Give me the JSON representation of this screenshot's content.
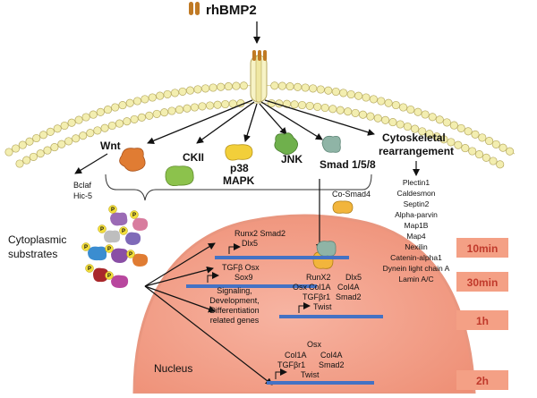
{
  "ligand": "rhBMP2",
  "pathways": {
    "wnt": "Wnt",
    "ckii": "CKII",
    "p38_line1": "p38",
    "p38_line2": "MAPK",
    "jnk": "JNK",
    "smad158": "Smad 1/5/8",
    "cyto_line1": "Cytoskeletal",
    "cyto_line2": "rearrangement"
  },
  "wnt_targets": [
    "Bclaf",
    "Hic-5"
  ],
  "co_smad": "Co-Smad4",
  "cytoskeletal_proteins": [
    "Plectin1",
    "Caldesmon",
    "Septin2",
    "Alpha-parvin",
    "Map1B",
    "Map4",
    "Nexilin",
    "Catenin-alpha1",
    "Dynein light chain A",
    "Lamin A/C"
  ],
  "cytoplasmic_label_line1": "Cytoplasmic",
  "cytoplasmic_label_line2": "substrates",
  "phospho_symbol": "P",
  "nucleus_label": "Nucleus",
  "genes": {
    "g10_line1": "Runx2 Smad2",
    "g10_line2": "Dlx5",
    "g30_line1": "TGFβ Osx",
    "g30_line2": "Sox9",
    "sig_line1": "Signaling,",
    "sig_line2": "Development,",
    "sig_line3": "Differentiation",
    "sig_line4": "related genes",
    "g1h_a1": "RunX2",
    "g1h_a2": "Dlx5",
    "g1h_b1": "Osx",
    "g1h_b2": "Col1A",
    "g1h_b3": "Col4A",
    "g1h_c1": "TGFβr1",
    "g1h_c2": "Smad2",
    "g1h_d": "Twist",
    "g2h_a": "Osx",
    "g2h_b1": "Col1A",
    "g2h_b2": "Col4A",
    "g2h_c1": "TGFβr1",
    "g2h_c2": "Smad2",
    "g2h_d": "Twist"
  },
  "timepoints": [
    "10min",
    "30min",
    "1h",
    "2h"
  ],
  "colors": {
    "nucleus": "#F5A38E",
    "gene_bar": "#4472C4",
    "timepoint_bg": "#F4A085",
    "timepoint_text": "#C0392B",
    "membrane_head": "#F3EEB0"
  }
}
